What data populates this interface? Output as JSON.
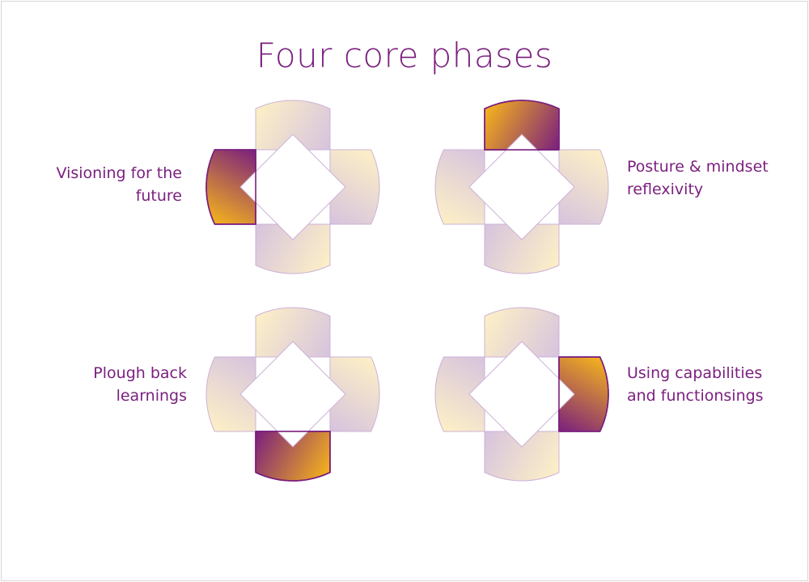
{
  "title": "Four core phases",
  "phases": [
    {
      "line1": "Visioning for the",
      "line2": "future",
      "highlight": "left"
    },
    {
      "line1": "Posture & mindset",
      "line2": "reflexivity",
      "highlight": "top"
    },
    {
      "line1": "Plough back",
      "line2": "learnings",
      "highlight": "bottom"
    },
    {
      "line1": "Using capabilities",
      "line2": "and functionsings",
      "highlight": "right"
    }
  ],
  "colors": {
    "text": "#7a1f7e",
    "accent_purple": "#7a1f7e",
    "accent_gold": "#f5b31c",
    "pale_lavender": "#d6c3de",
    "pale_cream": "#fdf0c6",
    "segment_stroke": "#cdb2d8"
  }
}
